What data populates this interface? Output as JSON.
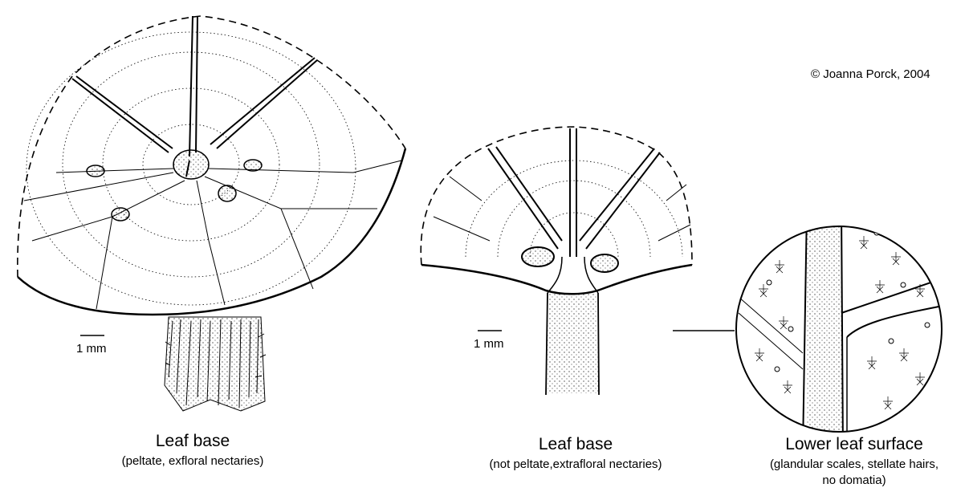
{
  "copyright": "© Joanna Porck, 2004",
  "panels": [
    {
      "title": "Leaf base",
      "subtitle": "(peltate, exfloral nectaries)",
      "scale_label": "1 mm"
    },
    {
      "title": "Leaf base",
      "subtitle": "(not peltate,extrafloral nectaries)",
      "scale_label": "1 mm"
    },
    {
      "title": "Lower leaf surface",
      "subtitle_line1": "(glandular scales, stellate hairs,",
      "subtitle_line2": "no domatia)"
    }
  ],
  "colors": {
    "ink": "#000000",
    "paper": "#ffffff"
  }
}
